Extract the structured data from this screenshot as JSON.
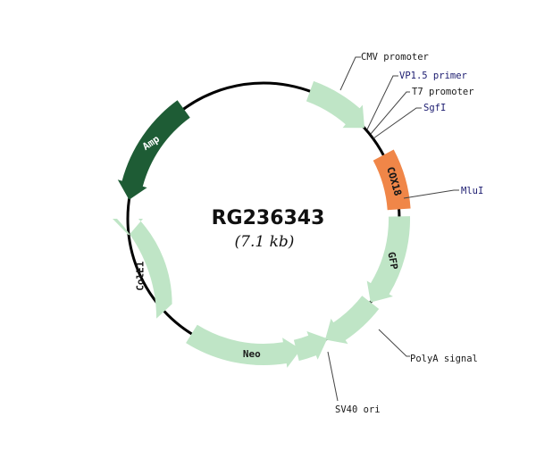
{
  "plasmid": {
    "name": "RG236343",
    "size": "(7.1 kb)"
  },
  "colors": {
    "backbone": "#000000",
    "light_feature": "#bfe5c6",
    "dark_feature": "#1e5c35",
    "insert": "#f08648",
    "callout_black": "#1a1a1a",
    "callout_navy": "#1c1c70"
  },
  "features": [
    {
      "id": "cmv",
      "kind": "arrow",
      "label": "",
      "color": "light_feature"
    },
    {
      "id": "cox18",
      "kind": "box",
      "label": "COX18",
      "color": "insert"
    },
    {
      "id": "gfp",
      "kind": "arrow",
      "label": "GFP",
      "color": "light_feature"
    },
    {
      "id": "polya",
      "kind": "arrow",
      "label": "",
      "color": "light_feature"
    },
    {
      "id": "sv40",
      "kind": "arrow",
      "label": "",
      "color": "light_feature"
    },
    {
      "id": "neo",
      "kind": "arrow",
      "label": "Neo",
      "color": "light_feature"
    },
    {
      "id": "cole1",
      "kind": "arrow",
      "label": "ColE1",
      "color": "light_feature"
    },
    {
      "id": "amp",
      "kind": "arrow",
      "label": "Amp",
      "color": "dark_feature"
    }
  ],
  "callouts": [
    {
      "id": "cmv",
      "label": "CMV promoter",
      "color": "callout_black"
    },
    {
      "id": "vp15",
      "label": "VP1.5 primer",
      "color": "callout_navy"
    },
    {
      "id": "t7",
      "label": "T7 promoter",
      "color": "callout_black"
    },
    {
      "id": "sgfi",
      "label": "SgfI",
      "color": "callout_navy"
    },
    {
      "id": "mlui",
      "label": "MluI",
      "color": "callout_navy"
    },
    {
      "id": "polya",
      "label": "PolyA signal",
      "color": "callout_black"
    },
    {
      "id": "sv40",
      "label": "SV40 ori",
      "color": "callout_black"
    }
  ]
}
